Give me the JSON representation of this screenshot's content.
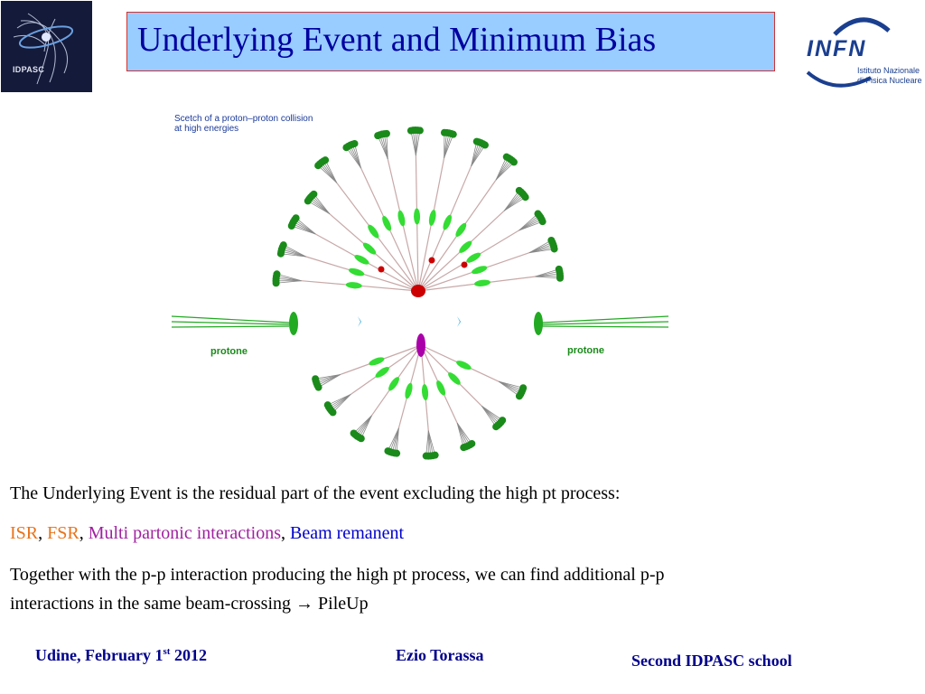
{
  "title": "Underlying Event and Minimum Bias",
  "logos": {
    "left_text": "IDPASC",
    "right_main": "INFN",
    "right_sub_1": "Istituto Nazionale",
    "right_sub_2": "di Fisica Nucleare"
  },
  "diagram": {
    "caption_line_1": "Scetch of a proton–proton collision",
    "caption_line_2": "at high energies",
    "label_left": "protone",
    "label_right": "protone"
  },
  "body": {
    "para_1": "The Underlying Event is the residual part of the event excluding the high pt process:",
    "isr": "ISR",
    "fsr": "FSR",
    "mpi": "Multi partonic interactions",
    "beam": "Beam remanent",
    "sep": ", ",
    "para_3_line_1": "Together with the p-p interaction  producing the high pt process,  we can find additional  p-p",
    "para_3_line_2": "interactions  in the same  beam-crossing  → PileUp"
  },
  "footer": {
    "left_main": "Udine, February 1",
    "left_sup": "st",
    "left_year": "  2012",
    "center": "Ezio Torassa",
    "right": "Second  IDPASC school"
  },
  "colors": {
    "title_bg": "#99ccff",
    "title_text": "#0000a0",
    "footer_text": "#00008b",
    "isr_fsr": "#e8731a",
    "mpi": "#a020a0",
    "beam": "#0000cc"
  }
}
